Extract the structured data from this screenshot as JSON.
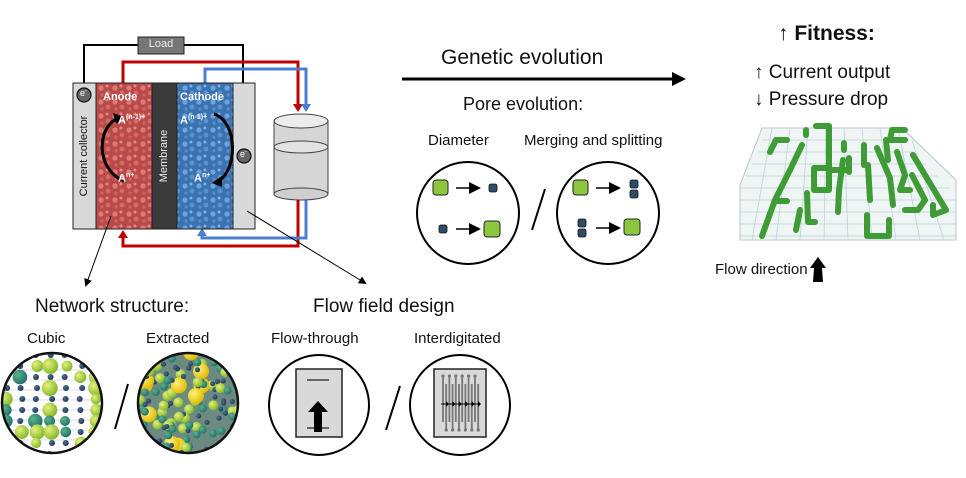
{
  "cell": {
    "load_label": "Load",
    "current_collector_label": "Current collector",
    "anode_label": "Anode",
    "membrane_label": "Membrane",
    "cathode_label": "Cathode",
    "electron_label": "e",
    "electron_sup": "-",
    "anode_species_top": "A",
    "anode_species_top_sup": "(n-1)+",
    "anode_species_bottom": "A",
    "anode_species_bottom_sup": "n+",
    "cathode_species_top": "A",
    "cathode_species_top_sup": "(n-1)+",
    "cathode_species_bottom": "A",
    "cathode_species_bottom_sup": "n+",
    "colors": {
      "anode": "#c05050",
      "cathode": "#3f78b8",
      "membrane": "#3a3a3a",
      "collector": "#d9d9d9",
      "red_line": "#c00000",
      "blue_line": "#4a7fd0"
    }
  },
  "evolution": {
    "title": "Genetic evolution",
    "pore_title": "Pore evolution:",
    "diameter_label": "Diameter",
    "merge_label": "Merging and splitting",
    "colors": {
      "large_pore": "#8cc63f",
      "small_pore": "#2e4d6b"
    }
  },
  "fitness": {
    "title_arrow": "↑",
    "title": "Fitness:",
    "line1_arrow": "↑",
    "line1": "Current output",
    "line2_arrow": "↓",
    "line2": "Pressure drop",
    "flow_label": "Flow direction"
  },
  "network": {
    "title": "Network structure:",
    "cubic_label": "Cubic",
    "extracted_label": "Extracted"
  },
  "flowfield": {
    "title": "Flow field design",
    "flowthrough_label": "Flow-through",
    "interdigitated_label": "Interdigitated"
  },
  "separator": "/"
}
